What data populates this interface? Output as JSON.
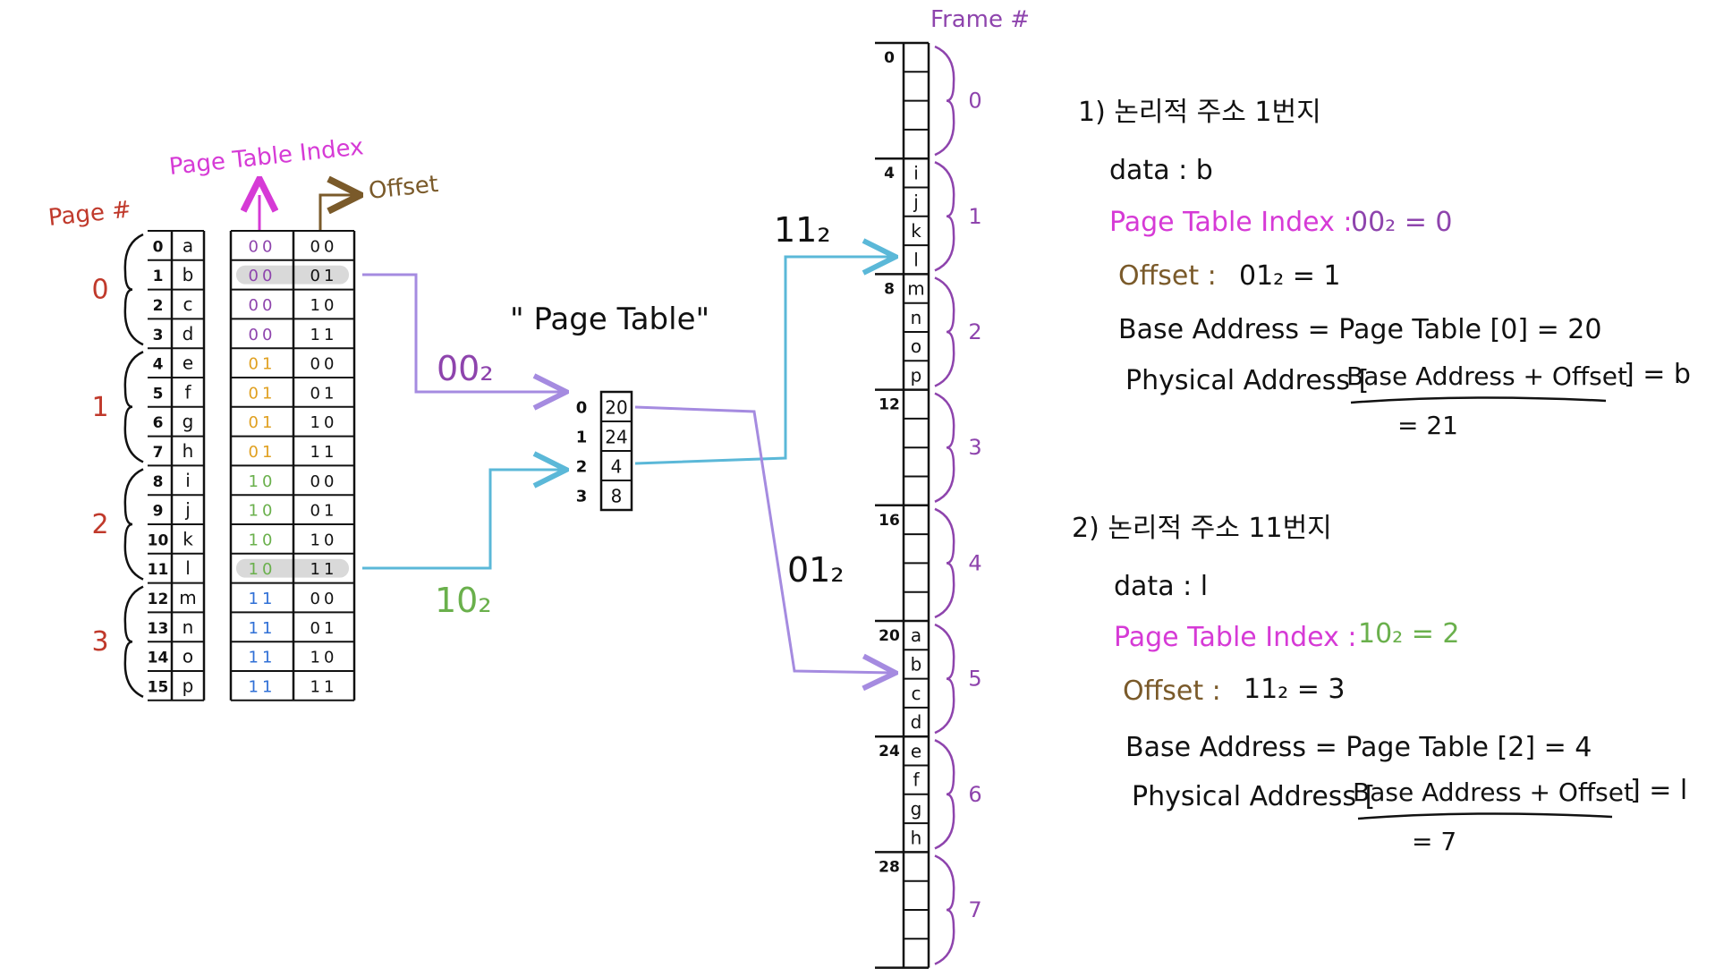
{
  "colors": {
    "ink": "#111111",
    "page_red": "#c0392b",
    "index_magenta": "#d63ad6",
    "purple": "#8e44ad",
    "orange": "#e0a020",
    "green": "#6ab04c",
    "blue": "#2f6fd6",
    "offset_brown": "#7a5a2a",
    "arrow_purple": "#a58be0",
    "arrow_cyan": "#5bb8d8",
    "highlight": "#d9d9d9"
  },
  "logical": {
    "page_label": "Page #",
    "index_label": "Page Table Index",
    "offset_label": "Offset",
    "pages": [
      "0",
      "1",
      "2",
      "3"
    ],
    "rows": [
      {
        "addr": "0",
        "data": "a",
        "idx": "00",
        "off": "00"
      },
      {
        "addr": "1",
        "data": "b",
        "idx": "00",
        "off": "01"
      },
      {
        "addr": "2",
        "data": "c",
        "idx": "00",
        "off": "10"
      },
      {
        "addr": "3",
        "data": "d",
        "idx": "00",
        "off": "11"
      },
      {
        "addr": "4",
        "data": "e",
        "idx": "01",
        "off": "00"
      },
      {
        "addr": "5",
        "data": "f",
        "idx": "01",
        "off": "01"
      },
      {
        "addr": "6",
        "data": "g",
        "idx": "01",
        "off": "10"
      },
      {
        "addr": "7",
        "data": "h",
        "idx": "01",
        "off": "11"
      },
      {
        "addr": "8",
        "data": "i",
        "idx": "10",
        "off": "00"
      },
      {
        "addr": "9",
        "data": "j",
        "idx": "10",
        "off": "01"
      },
      {
        "addr": "10",
        "data": "k",
        "idx": "10",
        "off": "10"
      },
      {
        "addr": "11",
        "data": "l",
        "idx": "10",
        "off": "11"
      },
      {
        "addr": "12",
        "data": "m",
        "idx": "11",
        "off": "00"
      },
      {
        "addr": "13",
        "data": "n",
        "idx": "11",
        "off": "01"
      },
      {
        "addr": "14",
        "data": "o",
        "idx": "11",
        "off": "10"
      },
      {
        "addr": "15",
        "data": "p",
        "idx": "11",
        "off": "11"
      }
    ],
    "highlighted_rows": [
      1,
      11
    ]
  },
  "arrow_labels": {
    "a1": "00₂",
    "a2": "10₂",
    "a3": "11₂",
    "a4": "01₂"
  },
  "page_table": {
    "title": "\" Page Table\"",
    "entries": [
      {
        "index": "0",
        "value": "20"
      },
      {
        "index": "1",
        "value": "24"
      },
      {
        "index": "2",
        "value": "4"
      },
      {
        "index": "3",
        "value": "8"
      }
    ]
  },
  "physical": {
    "title": "Frame #",
    "addr_labels": [
      "0",
      "4",
      "8",
      "12",
      "16",
      "20",
      "24",
      "28"
    ],
    "frames": [
      "0",
      "1",
      "2",
      "3",
      "4",
      "5",
      "6",
      "7"
    ],
    "cells": [
      "",
      "",
      "",
      "",
      "i",
      "j",
      "k",
      "l",
      "m",
      "n",
      "o",
      "p",
      "",
      "",
      "",
      "",
      "",
      "",
      "",
      "",
      "a",
      "b",
      "c",
      "d",
      "e",
      "f",
      "g",
      "h",
      "",
      "",
      "",
      ""
    ]
  },
  "notes": {
    "ex1": {
      "heading": "1) 논리적 주소 1번지",
      "data": "data : b",
      "index_label": "Page Table Index :",
      "index_value": "00₂ = 0",
      "offset_label": "Offset :",
      "offset_value": "01₂ = 1",
      "base": "Base Address = Page Table [0] = 20",
      "phys_prefix": "Physical Address [",
      "phys_sum": "Base Address + Offset",
      "phys_suffix": "] = b",
      "phys_result": "= 21"
    },
    "ex2": {
      "heading": "2) 논리적 주소 11번지",
      "data": "data : l",
      "index_label": "Page Table Index :",
      "index_value": "10₂ = 2",
      "offset_label": "Offset :",
      "offset_value": "11₂ = 3",
      "base": "Base Address = Page Table [2] = 4",
      "phys_prefix": "Physical Address [",
      "phys_sum": "Base Address + Offset",
      "phys_suffix": "] = l",
      "phys_result": "= 7"
    }
  }
}
